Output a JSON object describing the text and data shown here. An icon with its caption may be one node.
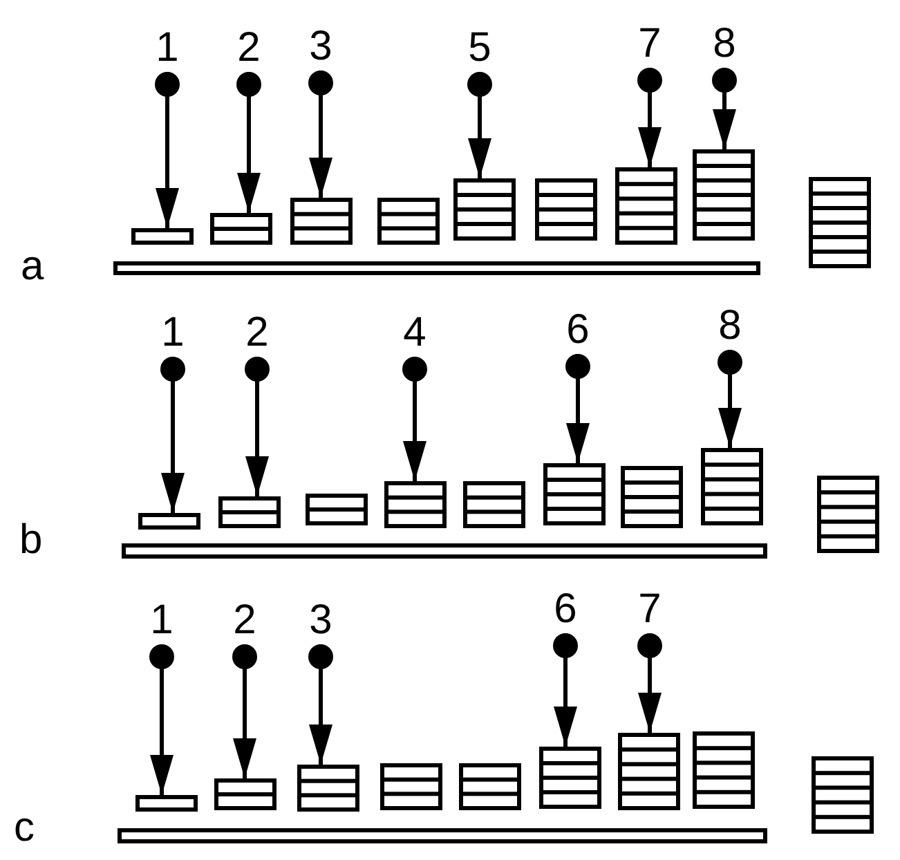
{
  "diagram": {
    "nodes": [
      {
        "text": [
          "1"
        ]
      },
      {
        "text": [
          "2"
        ]
      },
      {
        "text": [
          "3"
        ]
      },
      {
        "text": [
          "5"
        ]
      },
      {
        "text": [
          "7"
        ]
      },
      {
        "text": [
          "8"
        ]
      },
      {
        "text": [],
        "shape": "box"
      },
      {
        "text": [],
        "shape": "box"
      },
      {
        "text": [],
        "shape": "box"
      },
      {
        "text": [],
        "shape": "box"
      },
      {
        "text": [],
        "shape": "box"
      },
      {
        "text": [],
        "shape": "box"
      },
      {
        "text": [],
        "shape": "box"
      },
      {
        "text": [],
        "shape": "box"
      },
      {
        "text": [],
        "shape": "box"
      },
      {
        "text": [
          "1"
        ]
      },
      {
        "text": [
          "2"
        ]
      },
      {
        "text": [
          "4"
        ]
      },
      {
        "text": [
          "6"
        ]
      },
      {
        "text": [
          "8"
        ]
      },
      {
        "text": [],
        "shape": "box"
      },
      {
        "text": [],
        "shape": "box"
      },
      {
        "text": [],
        "shape": "box"
      },
      {
        "text": [],
        "shape": "box"
      },
      {
        "text": [],
        "shape": "box"
      },
      {
        "text": [],
        "shape": "box"
      },
      {
        "text": [],
        "shape": "box"
      },
      {
        "text": [],
        "shape": "box"
      },
      {
        "text": [],
        "shape": "box"
      },
      {
        "text": [
          "1"
        ]
      },
      {
        "text": [
          "2"
        ]
      },
      {
        "text": [
          "3"
        ]
      },
      {
        "text": [
          "6"
        ]
      },
      {
        "text": [
          "7"
        ]
      },
      {
        "text": [],
        "shape": "box"
      },
      {
        "text": [],
        "shape": "box"
      },
      {
        "text": [],
        "shape": "box"
      },
      {
        "text": [],
        "shape": "box"
      },
      {
        "text": [],
        "shape": "box"
      },
      {
        "text": [],
        "shape": "box"
      },
      {
        "text": [],
        "shape": "box"
      },
      {
        "text": [],
        "shape": "box"
      },
      {
        "text": [],
        "shape": "box"
      }
    ],
    "edges": [
      {
        "from": 0,
        "to": 6,
        "arrow": "to"
      },
      {
        "from": 1,
        "to": 7,
        "arrow": "to"
      },
      {
        "from": 2,
        "to": 8,
        "arrow": "to"
      },
      {
        "from": 3,
        "to": 10,
        "arrow": "to"
      },
      {
        "from": 4,
        "to": 12,
        "arrow": "to"
      },
      {
        "from": 5,
        "to": 13,
        "arrow": "to"
      },
      {
        "from": 15,
        "to": 20,
        "arrow": "to"
      },
      {
        "from": 16,
        "to": 21,
        "arrow": "to"
      },
      {
        "from": 17,
        "to": 23,
        "arrow": "to"
      },
      {
        "from": 18,
        "to": 25,
        "arrow": "to"
      },
      {
        "from": 19,
        "to": 27,
        "arrow": "to"
      },
      {
        "from": 29,
        "to": 34,
        "arrow": "to"
      },
      {
        "from": 30,
        "to": 35,
        "arrow": "to"
      },
      {
        "from": 31,
        "to": 36,
        "arrow": "to"
      },
      {
        "from": 32,
        "to": 39,
        "arrow": "to"
      },
      {
        "from": 33,
        "to": 40,
        "arrow": "to"
      }
    ],
    "labels": [
      "a",
      "b",
      "c"
    ]
  }
}
